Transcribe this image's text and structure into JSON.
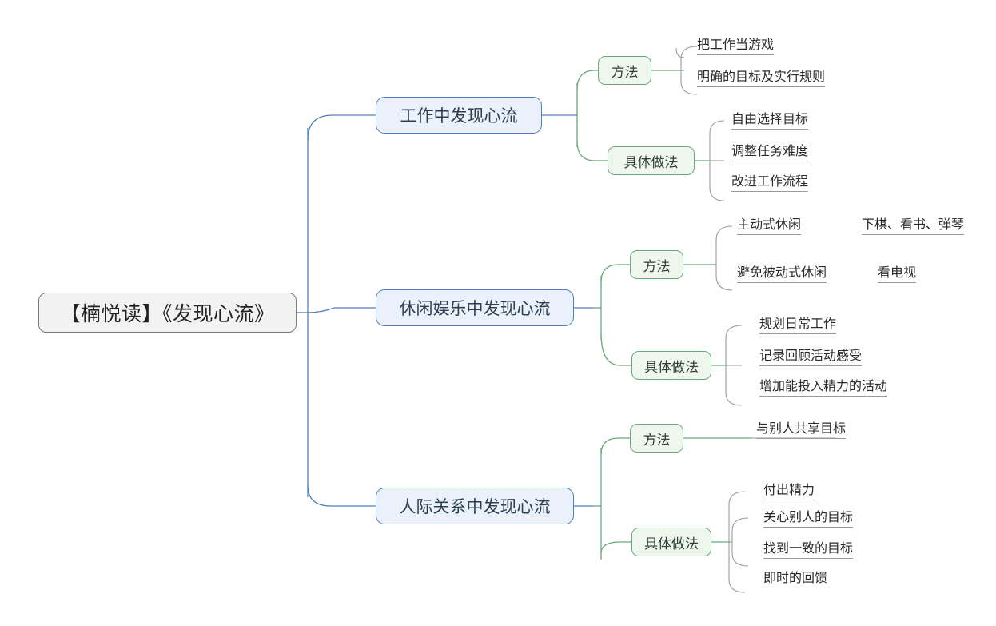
{
  "diagram": {
    "type": "mind-map",
    "title": "【楠悦读】《发现心流》",
    "root": {
      "label": "【楠悦读】《发现心流》",
      "color": "#f2f2f2",
      "border_color": "#7a7a7a"
    },
    "colors": {
      "root_fill": "#f2f2f2",
      "root_border": "#7a7a7a",
      "branch_fill": "#eaf1fb",
      "branch_border": "#4f7fbf",
      "sub_fill": "#eef6ee",
      "sub_border": "#69a97c",
      "leaf_text": "#2b2b2b",
      "leaf_underline": "#9a9a9a",
      "link_blue": "#4f7fbf",
      "link_green": "#69a97c",
      "link_gray": "#9a9a9a",
      "background": "#ffffff"
    },
    "branches": [
      {
        "label": "工作中发现心流",
        "subs": [
          {
            "label": "方法",
            "leaves": [
              {
                "label": "把工作当游戏",
                "children": []
              },
              {
                "label": "明确的目标及实行规则",
                "children": []
              }
            ]
          },
          {
            "label": "具体做法",
            "leaves": [
              {
                "label": "自由选择目标",
                "children": []
              },
              {
                "label": "调整任务难度",
                "children": []
              },
              {
                "label": "改进工作流程",
                "children": []
              }
            ]
          }
        ]
      },
      {
        "label": "休闲娱乐中发现心流",
        "subs": [
          {
            "label": "方法",
            "leaves": [
              {
                "label": "主动式休闲",
                "children": [
                  "下棋、看书、弹琴"
                ]
              },
              {
                "label": "避免被动式休闲",
                "children": [
                  "看电视"
                ]
              }
            ]
          },
          {
            "label": "具体做法",
            "leaves": [
              {
                "label": "规划日常工作",
                "children": []
              },
              {
                "label": "记录回顾活动感受",
                "children": []
              },
              {
                "label": "增加能投入精力的活动",
                "children": []
              }
            ]
          }
        ]
      },
      {
        "label": "人际关系中发现心流",
        "subs": [
          {
            "label": "方法",
            "leaves": [
              {
                "label": "与别人共享目标",
                "children": []
              }
            ]
          },
          {
            "label": "具体做法",
            "leaves": [
              {
                "label": "付出精力",
                "children": []
              },
              {
                "label": "关心别人的目标",
                "children": []
              },
              {
                "label": "找到一致的目标",
                "children": []
              },
              {
                "label": "即时的回馈",
                "children": []
              }
            ]
          }
        ]
      }
    ]
  }
}
